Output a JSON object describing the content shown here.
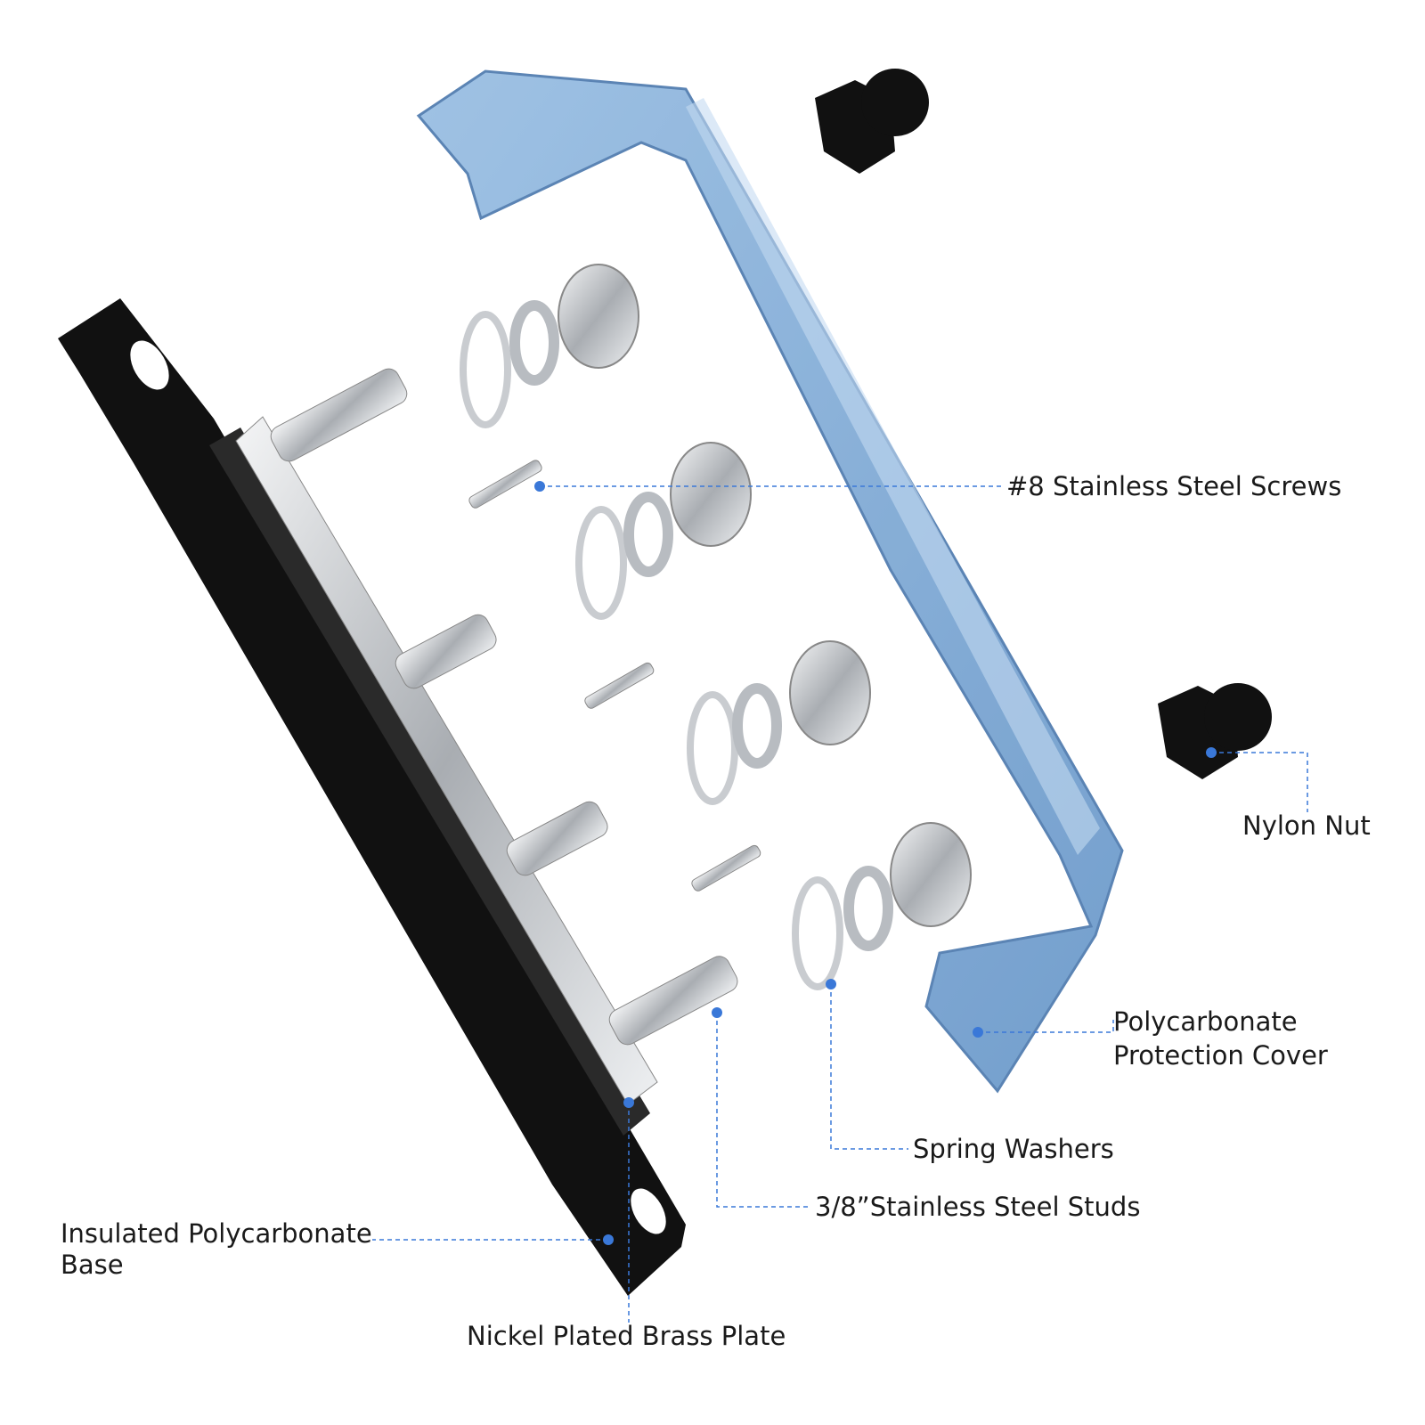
{
  "labels": {
    "screws": "#8 Stainless Steel Screws",
    "nylon_nut": "Nylon Nut",
    "cover_line1": "Polycarbonate",
    "cover_line2": "Protection Cover",
    "spring_washers": "Spring Washers",
    "studs": "3/8”Stainless Steel Studs",
    "base_line1": "Insulated Polycarbonate",
    "base_line2": "Base",
    "plate": "Nickel Plated Brass Plate"
  },
  "colors": {
    "callout": "#3a78d8",
    "cover": "#6e9fd0",
    "base": "#111111",
    "metal": "#c9ccd0"
  }
}
